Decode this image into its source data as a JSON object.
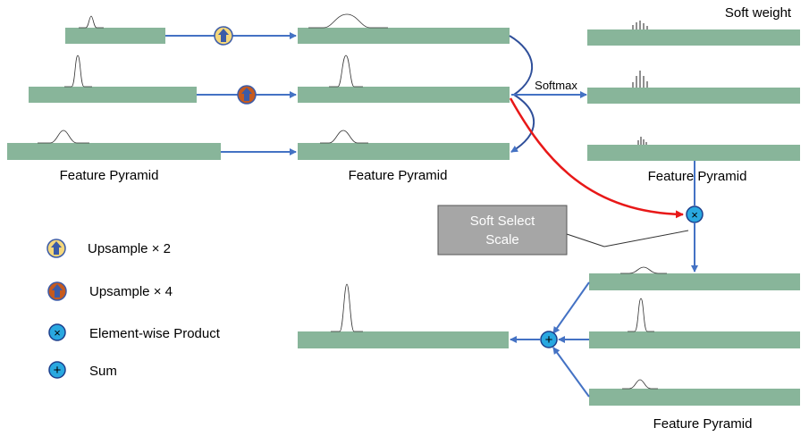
{
  "labels": {
    "soft_weight": "Soft weight",
    "softmax": "Softmax",
    "fp_col1": "Feature Pyramid",
    "fp_col2": "Feature Pyramid",
    "fp_col3": "Feature Pyramid",
    "fp_bottom": "Feature Pyramid",
    "soft_select_line1": "Soft Select",
    "soft_select_line2": "Scale"
  },
  "legend": {
    "upsample2": "Upsample × 2",
    "upsample4": "Upsample × 4",
    "product": "Element-wise Product",
    "sum": "Sum"
  },
  "symbols": {
    "times": "×",
    "plus": "+"
  },
  "colors": {
    "bar": "#88b59a",
    "bar_edge": "#6f9e82",
    "arrow_blue": "#4472c4",
    "arrow_red": "#e81818",
    "op_blue": "#29a8e0",
    "up2_fill": "#f5d77a",
    "up4_fill": "#c65a1e",
    "box_fill": "#a6a6a6",
    "box_text": "#ffffff"
  }
}
